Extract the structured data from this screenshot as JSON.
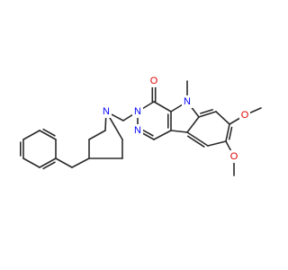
{
  "molecule": {
    "atoms": [
      {
        "id": "O_carbonyl",
        "symbol": "O",
        "color": "#e00000"
      },
      {
        "id": "N_indole",
        "symbol": "N",
        "color": "#0000ff"
      },
      {
        "id": "N_ring_3",
        "symbol": "N",
        "color": "#0000ff"
      },
      {
        "id": "N_ring_2",
        "symbol": "N",
        "color": "#0000ff"
      },
      {
        "id": "N_piperidine",
        "symbol": "N",
        "color": "#0000ff"
      },
      {
        "id": "O_methoxy_7",
        "symbol": "O",
        "color": "#e00000"
      },
      {
        "id": "O_methoxy_8",
        "symbol": "O",
        "color": "#e00000"
      }
    ],
    "bond_color": "#2b2b2b"
  }
}
